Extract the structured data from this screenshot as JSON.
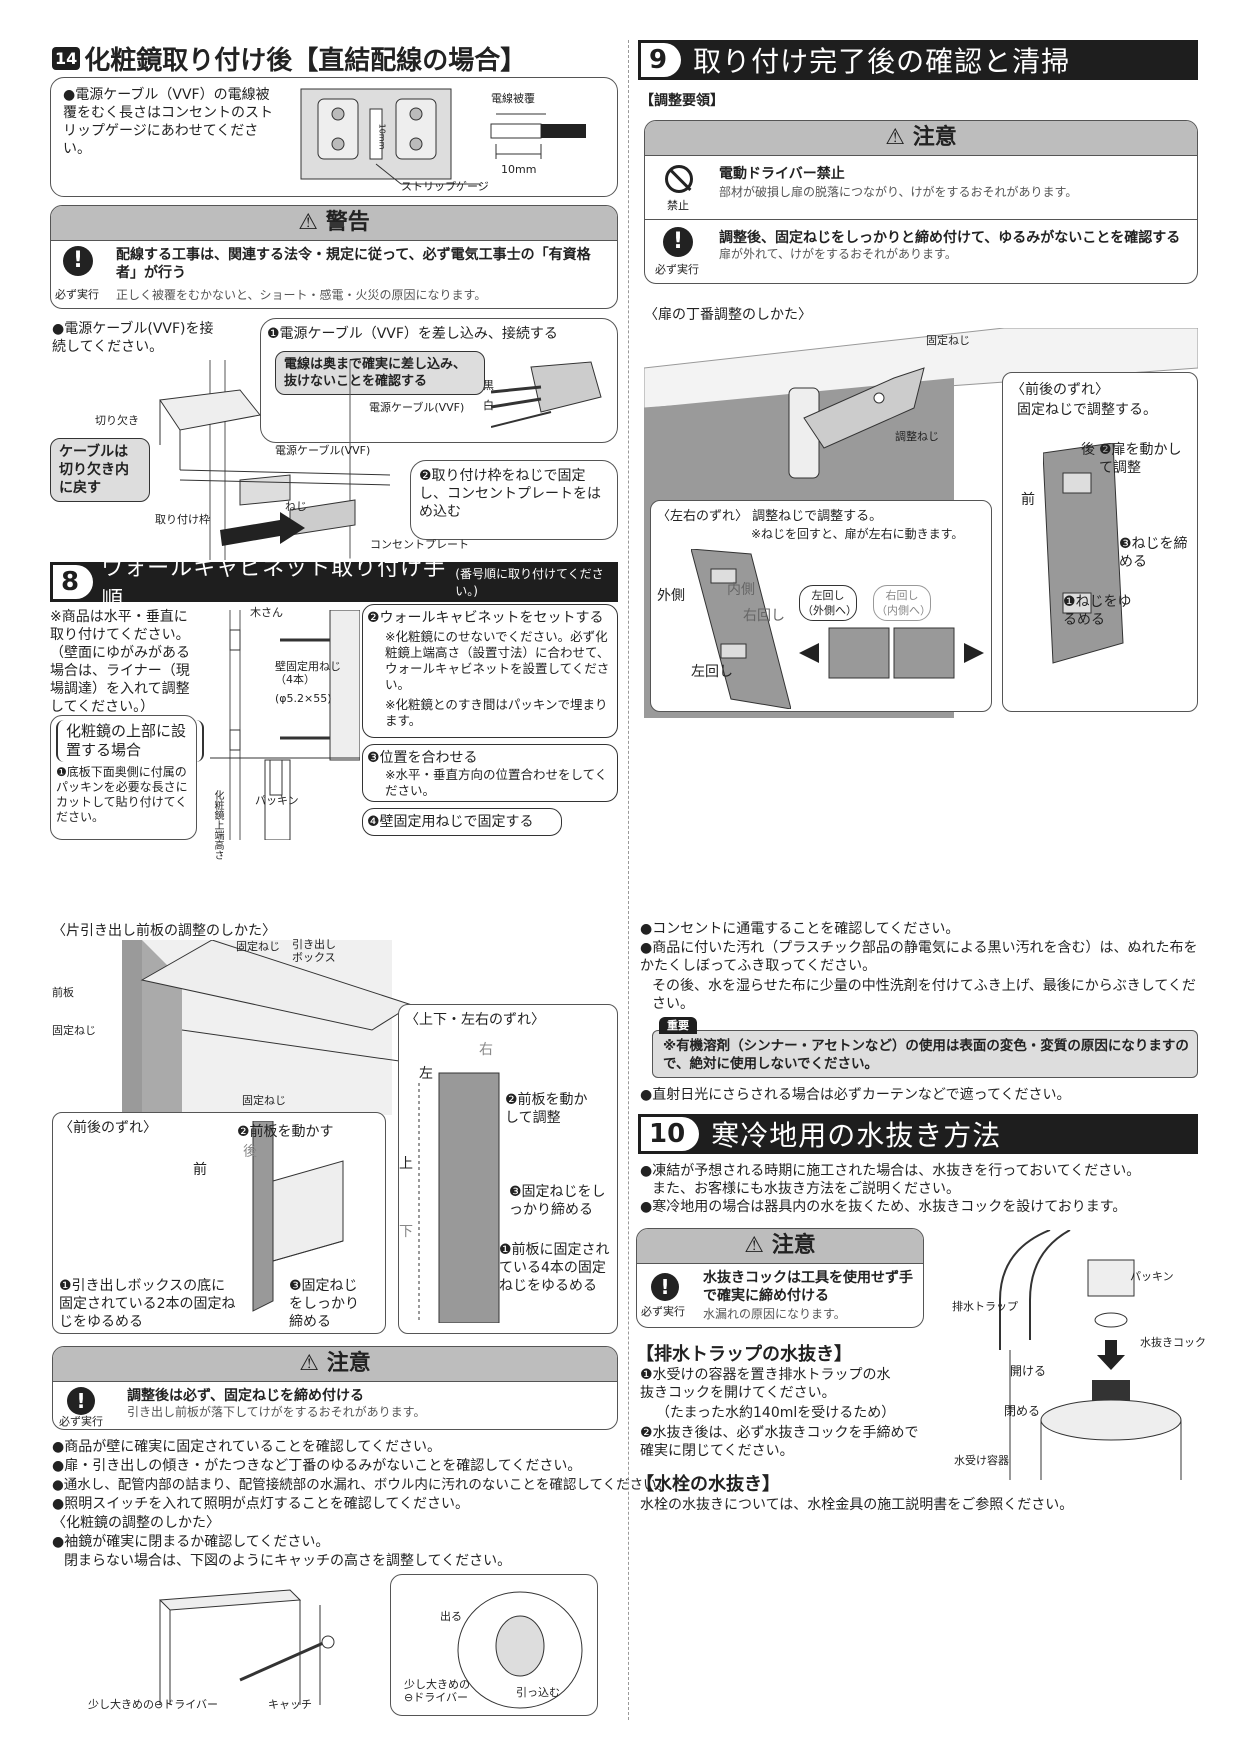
{
  "s14": {
    "badge": "14",
    "title": "化粧鏡取り付け後【直結配線の場合】",
    "note": "●電源ケーブル（VVF）の電線被覆をむく長さはコンセントのストリップゲージにあわせてください。",
    "lbl_cover": "電線被覆",
    "lbl_10mm": "10mm",
    "lbl_strip": "ストリップゲージ",
    "lbl_10mm_v": "10mm"
  },
  "warn1": {
    "head": "警告",
    "main": "配線する工事は、関連する法令・規定に従って、必ず電気工事士の「有資格者」が行う",
    "sub": "正しく被覆をむかないと、ショート・感電・火災の原因になります。",
    "mark": "必ず実行"
  },
  "wiring": {
    "intro": "●電源ケーブル(VVF)を接続してください。",
    "step1": "❶電源ケーブル（VVF）を差し込み、接続する",
    "step1_note": "電線は奥まで確実に差し込み、抜けないことを確認する",
    "black": "黒",
    "white": "白",
    "vvf1": "電源ケーブル(VVF)",
    "notch": "切り欠き",
    "back_cable": "ケーブルは切り欠き内に戻す",
    "vvf2": "電源ケーブル(VVF)",
    "step2": "❷取り付け枠をねじで固定し、コンセントプレートをはめ込む",
    "screw": "ねじ",
    "frame": "取り付け枠",
    "plate": "コンセントプレート"
  },
  "s8": {
    "num": "8",
    "title": "ウォールキャビネット取り付け手順",
    "sub": "(番号順に取り付けてください。)",
    "note": "※商品は水平・垂直に取り付けてください。（壁面にゆがみがある場合は、ライナー（現場調達）を入れて調整してください。）",
    "box_title": "化粧鏡の上部に設置する場合",
    "box_step": "❶底板下面奥側に付属のパッキンを必要な長さにカットして貼り付けてください。",
    "stud": "木さん",
    "wall_screw": "壁固定用ねじ（4本）",
    "size": "(φ5.2×55)",
    "packing": "パッキン",
    "vert_label": "化粧鏡上端高さ",
    "step2": "❷ウォールキャビネットをセットする",
    "step2_n1": "※化粧鏡にのせないでください。必ず化粧鏡上端高さ（設置寸法）に合わせて、ウォールキャビネットを設置してください。",
    "step2_n2": "※化粧鏡とのすき間はパッキンで埋まります。",
    "step3": "❸位置を合わせる",
    "step3_n": "※水平・垂直方向の位置合わせをしてください。",
    "step4": "❹壁固定用ねじで固定する"
  },
  "s9": {
    "num": "9",
    "title": "取り付け完了後の確認と清掃",
    "adj": "【調整要領】",
    "caution_head": "注意",
    "item1_title": "電動ドライバー禁止",
    "item1_sub": "部材が破損し扉の脱落につながり、けがをするおそれがあります。",
    "item1_mark": "禁止",
    "item2_title": "調整後、固定ねじをしっかりと締め付けて、ゆるみがないことを確認する",
    "item2_sub": "扉が外れて、けがをするおそれがあります。",
    "item2_mark": "必ず実行",
    "hinge_title": "〈扉の丁番調整のしかた〉",
    "fix_screw": "固定ねじ",
    "adj_screw": "調整ねじ",
    "fb_title": "〈前後のずれ〉",
    "fb_sub": "固定ねじで調整する。",
    "fb_back": "後",
    "fb_front": "前",
    "fb_step2": "❷扉を動かして調整",
    "fb_step3": "❸ねじを締める",
    "fb_step1": "❶ねじをゆるめる",
    "lr_title": "〈左右のずれ〉 調整ねじで調整する。",
    "lr_sub": "※ねじを回すと、扉が左右に動きます。",
    "outside": "外側",
    "inside": "内側",
    "right_turn": "右回し",
    "left_turn": "左回し",
    "left_out": "左回し（外側へ）",
    "right_in": "右回し（内側へ）"
  },
  "drawer": {
    "title": "〈片引き出し前板の調整のしかた〉",
    "fix1": "固定ねじ",
    "box": "引き出しボックス",
    "front": "前板",
    "fix2": "固定ねじ",
    "fix3": "固定ねじ",
    "fb_title": "〈前後のずれ〉",
    "fb_step2": "❷前板を動かす",
    "back": "後",
    "frontdir": "前",
    "fb_step1": "❶引き出しボックスの底に固定されている2本の固定ねじをゆるめる",
    "fb_step3": "❸固定ねじをしっかり締める",
    "ud_title": "〈上下・左右のずれ〉",
    "right": "右",
    "left": "左",
    "up": "上",
    "down": "下",
    "ud_step2": "❷前板を動かして調整",
    "ud_step3": "❸固定ねじをしっかり締める",
    "ud_step1": "❶前板に固定されている4本の固定ねじをゆるめる"
  },
  "caution2": {
    "head": "注意",
    "main": "調整後は必ず、固定ねじを締め付ける",
    "sub": "引き出し前板が落下してけがをするおそれがあります。",
    "mark": "必ず実行"
  },
  "checks": {
    "c1": "●商品が壁に確実に固定されていることを確認してください。",
    "c2": "●扉・引き出しの傾き・がたつきなど丁番のゆるみがないことを確認してください。",
    "c3": "●通水し、配管内部の詰まり、配管接続部の水漏れ、ボウル内に汚れのないことを確認してください。",
    "c4": "●照明スイッチを入れて照明が点灯することを確認してください。",
    "mirror_title": "〈化粧鏡の調整のしかた〉",
    "c5": "●袖鏡が確実に閉まるか確認してください。",
    "c5b": "閉まらない場合は、下図のようにキャッチの高さを調整してください。",
    "driver1": "少し大きめの⊖ドライバー",
    "catch": "キャッチ",
    "out": "出る",
    "in": "引っ込む",
    "driver2": "少し大きめの⊖ドライバー"
  },
  "right_bottom": {
    "r1": "●コンセントに通電することを確認してください。",
    "r2": "●商品に付いた汚れ（プラスチック部品の静電気による黒い汚れを含む）は、ぬれた布をかたくしぼってふき取ってください。",
    "r2b": "その後、水を湿らせた布に少量の中性洗剤を付けてふき上げ、最後にからぶきしてください。",
    "imp_tag": "重要",
    "imp_text": "※有機溶剤（シンナー・アセトンなど）の使用は表面の変色・変質の原因になりますので、絶対に使用しないでください。",
    "r3": "●直射日光にさらされる場合は必ずカーテンなどで遮ってください。"
  },
  "s10": {
    "num": "10",
    "title": "寒冷地用の水抜き方法",
    "l1": "●凍結が予想される時期に施工された場合は、水抜きを行っておいてください。",
    "l1b": "また、お客様にも水抜き方法をご説明ください。",
    "l2": "●寒冷地用の場合は器具内の水を抜くため、水抜きコックを設けております。",
    "caution_head": "注意",
    "c_main": "水抜きコックは工具を使用せず手で確実に締め付ける",
    "c_sub": "水漏れの原因になります。",
    "c_mark": "必ず実行",
    "trap_title": "【排水トラップの水抜き】",
    "t1": "❶水受けの容器を置き排水トラップの水抜きコックを開けてください。",
    "t1b": "（たまった水約140mlを受けるため）",
    "t2": "❷水抜き後は、必ず水抜きコックを手締めで確実に閉じてください。",
    "faucet_title": "【水栓の水抜き】",
    "f1": "水栓の水抜きについては、水栓金具の施工説明書をご参照ください。",
    "packing": "パッキン",
    "trap": "排水トラップ",
    "cock": "水抜きコック",
    "open": "開ける",
    "close": "閉める",
    "container": "水受け容器"
  }
}
